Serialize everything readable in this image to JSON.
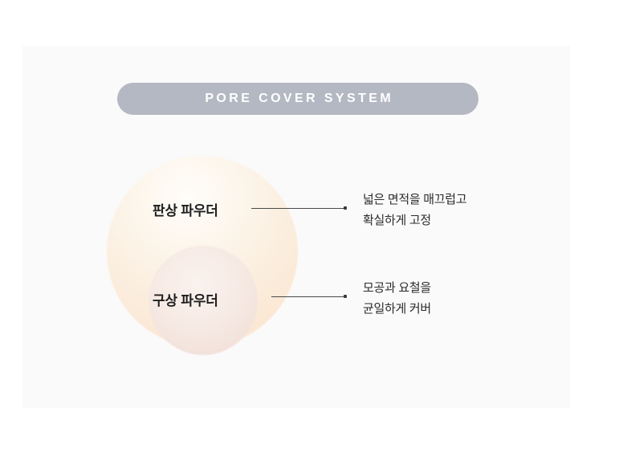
{
  "panel": {
    "background_color": "#fafafa",
    "page_background_color": "#ffffff"
  },
  "header": {
    "title": "PORE COVER SYSTEM",
    "banner_color": "#b4b8c3",
    "text_color": "#ffffff"
  },
  "diagram": {
    "outer_circle": {
      "label": "판상 파우더",
      "fill_color": "#fbefe0",
      "edge_color": "#fbe3cc"
    },
    "inner_circle": {
      "label": "구상 파우더",
      "fill_color": "#f7ebe5",
      "edge_color": "#eedad3"
    },
    "connector_color": "#4a4a4a"
  },
  "annotations": [
    {
      "target": "판상 파우더",
      "lines": [
        "넓은 면적을 매끄럽고",
        "확실하게 고정"
      ]
    },
    {
      "target": "구상 파우더",
      "lines": [
        "모공과 요철을",
        "균일하게 커버"
      ]
    }
  ]
}
